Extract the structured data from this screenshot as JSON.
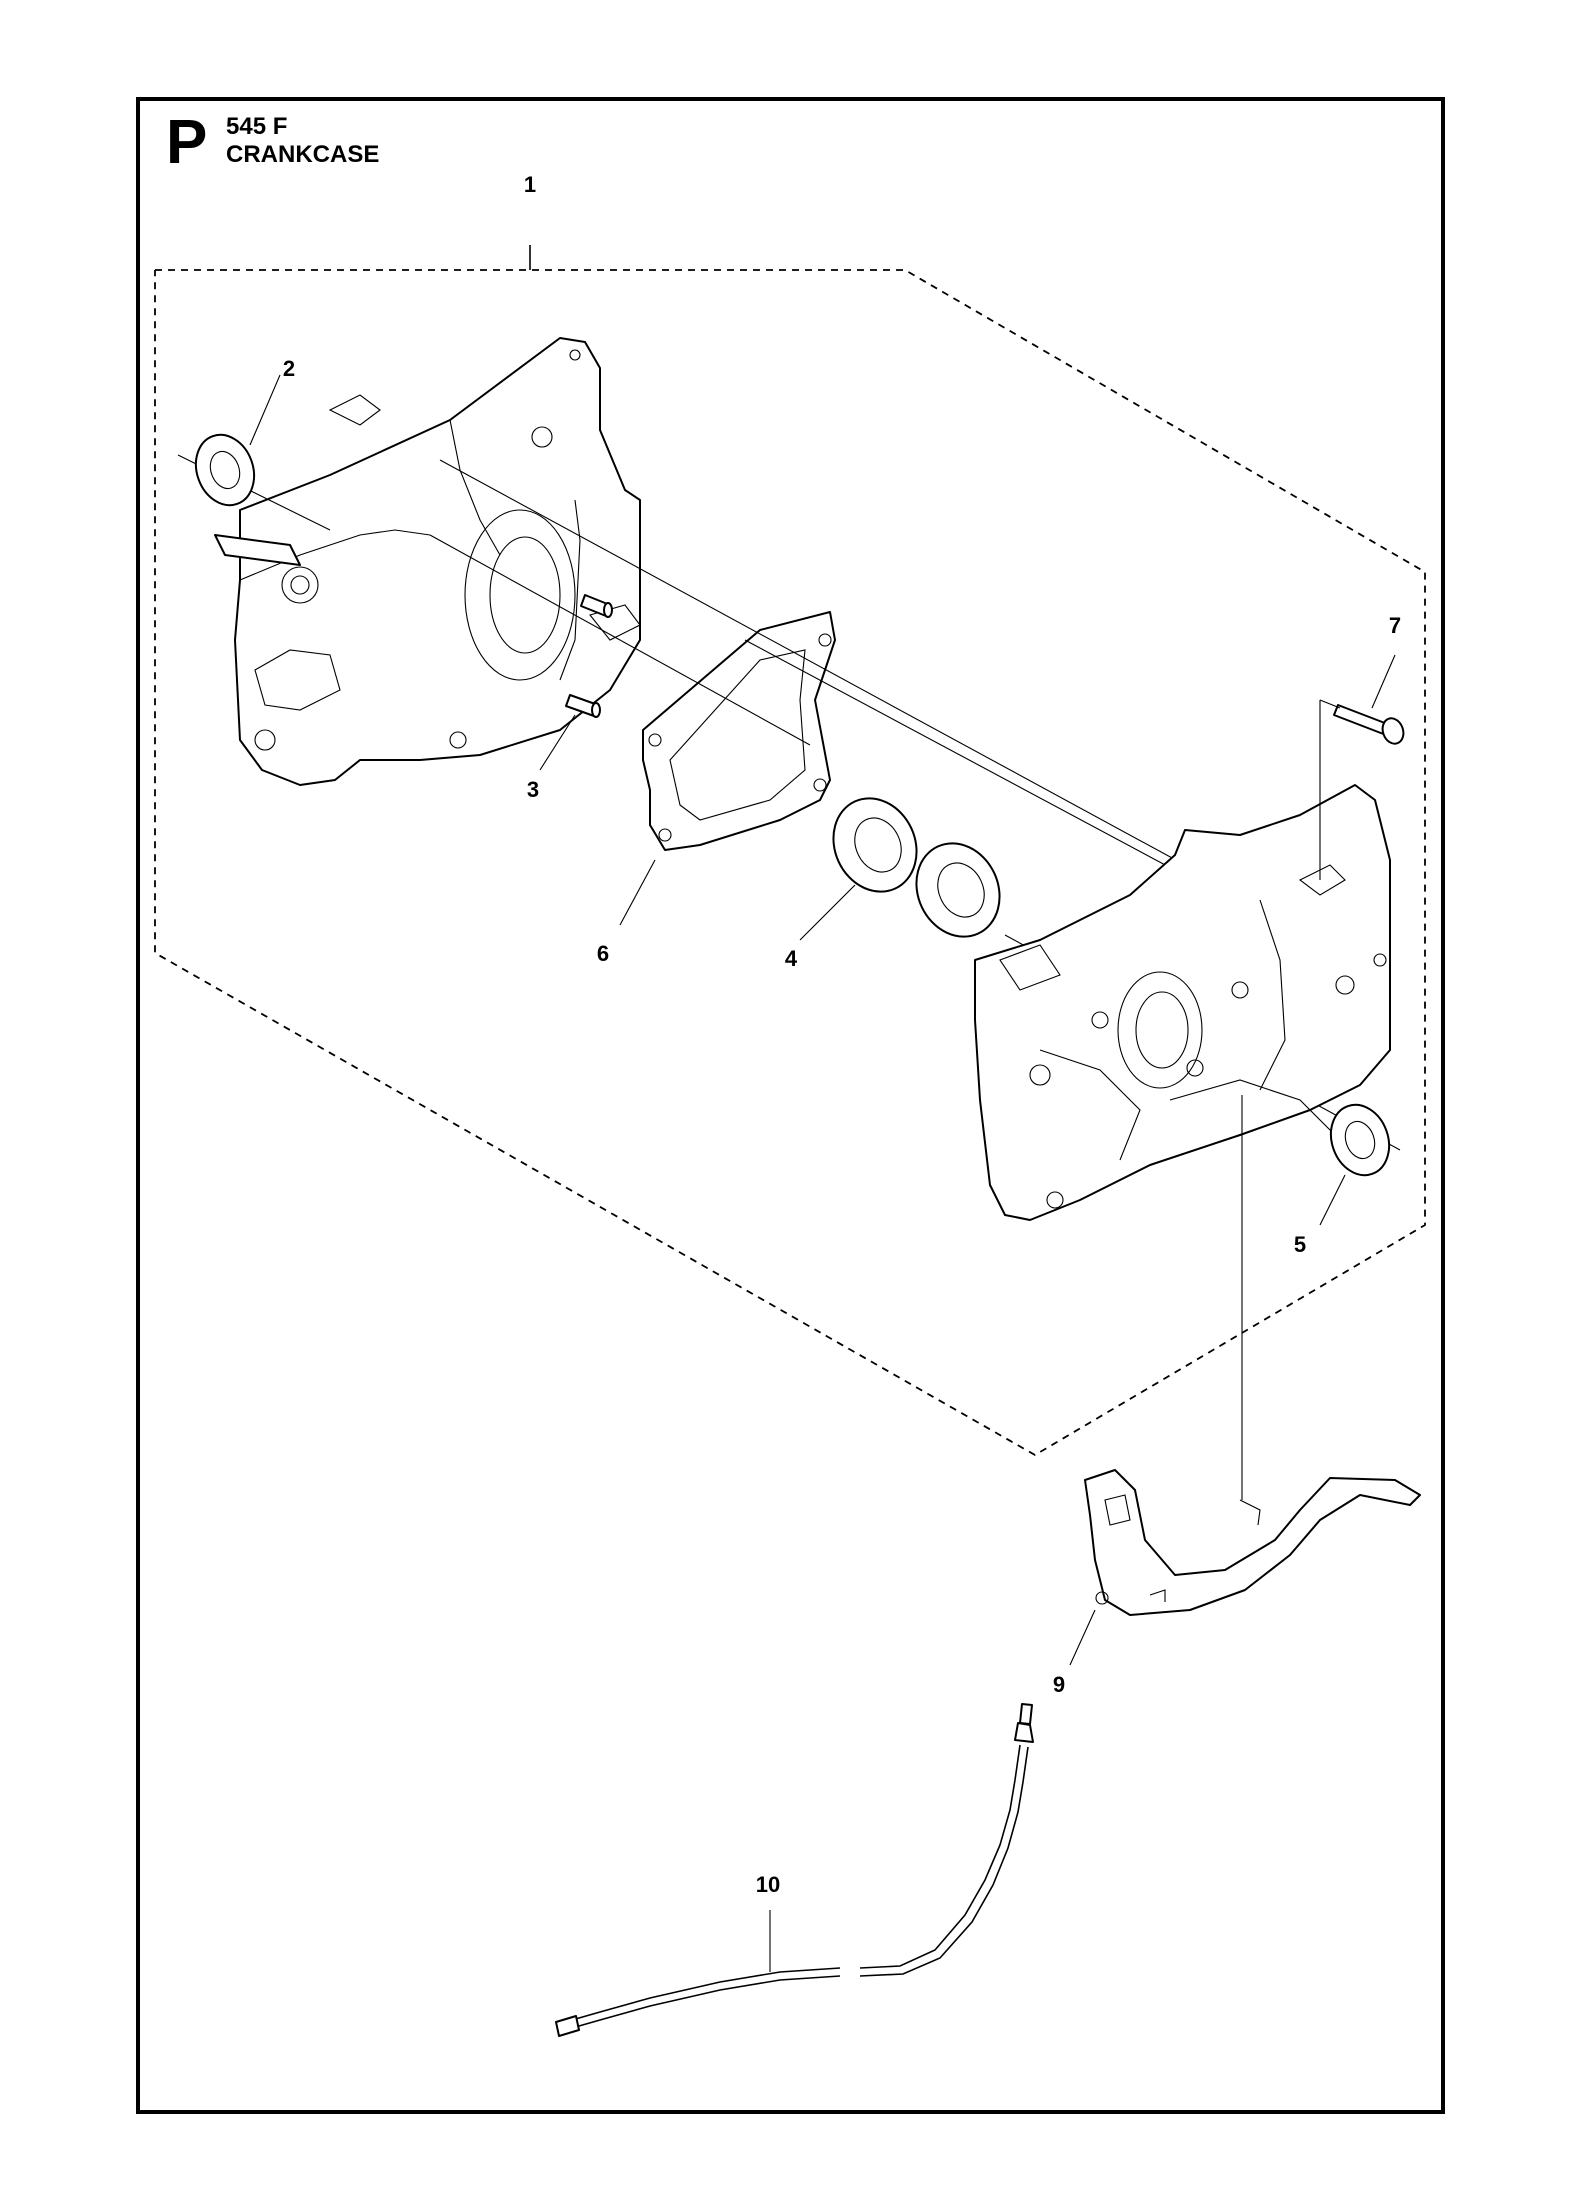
{
  "header": {
    "section_letter": "P",
    "model": "545 F",
    "title": "CRANKCASE"
  },
  "callouts": {
    "c1": "1",
    "c2": "2",
    "c3": "3",
    "c4": "4",
    "c5": "5",
    "c6": "6",
    "c7": "7",
    "c9": "9",
    "c10": "10"
  }
}
